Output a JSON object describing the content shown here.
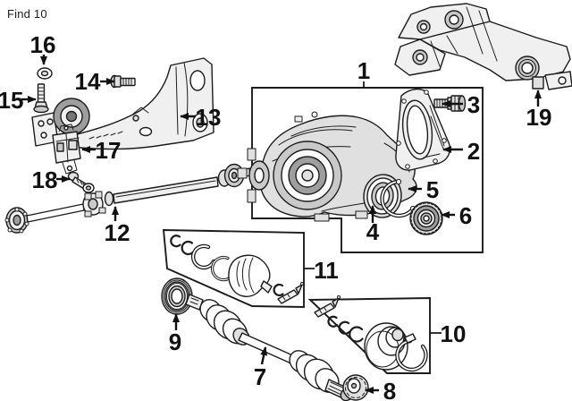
{
  "page": {
    "find_label": "Find 10"
  },
  "diagram": {
    "colors": {
      "ink": "#1c1c1c",
      "background": "#ffffff",
      "shade_light": "#e0e0e0",
      "shade_mid": "#c9c9c9",
      "shade_dark": "#9e9e9e"
    },
    "callouts": [
      {
        "label": "1"
      },
      {
        "label": "2"
      },
      {
        "label": "3"
      },
      {
        "label": "4"
      },
      {
        "label": "5"
      },
      {
        "label": "6"
      },
      {
        "label": "7"
      },
      {
        "label": "8"
      },
      {
        "label": "9"
      },
      {
        "label": "10"
      },
      {
        "label": "11"
      },
      {
        "label": "12"
      },
      {
        "label": "13"
      },
      {
        "label": "14"
      },
      {
        "label": "15"
      },
      {
        "label": "16"
      },
      {
        "label": "17"
      },
      {
        "label": "18"
      },
      {
        "label": "19"
      }
    ]
  }
}
